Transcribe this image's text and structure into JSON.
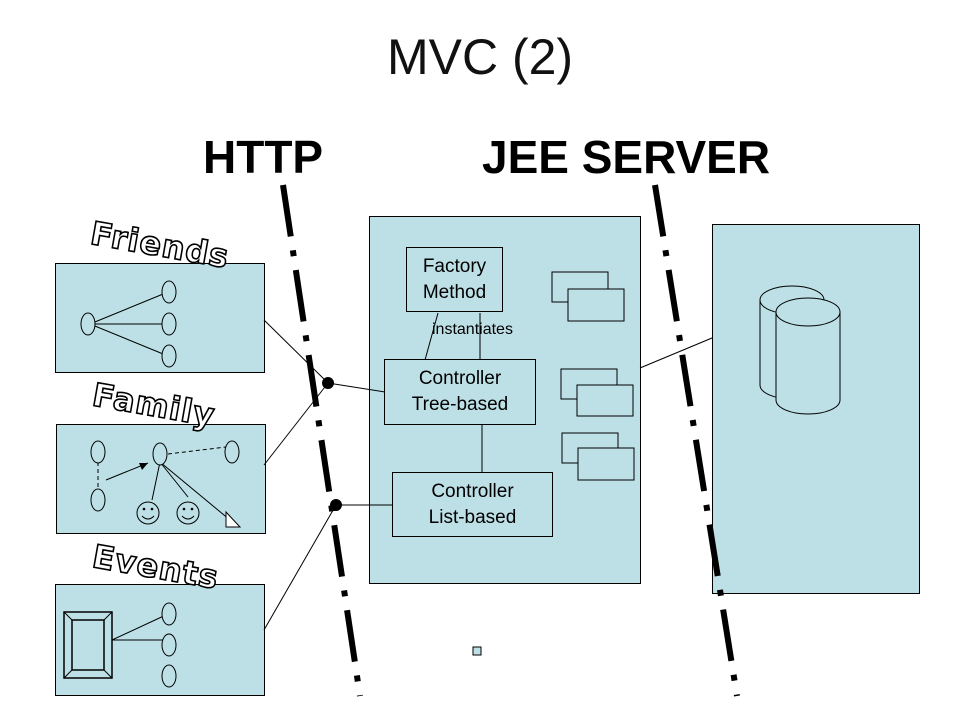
{
  "slide": {
    "title": "MVC (2)",
    "http_heading": "HTTP",
    "server_heading": "JEE SERVER"
  },
  "views": [
    {
      "label": "Friends"
    },
    {
      "label": "Family"
    },
    {
      "label": "Events"
    }
  ],
  "server": {
    "factory_line1": "Factory",
    "factory_line2": "Method",
    "instantiates": "instantiates",
    "tree_line1": "Controller",
    "tree_line2": "Tree-based",
    "list_line1": "Controller",
    "list_line2": "List-based"
  },
  "colors": {
    "panel_fill": "#bde0e6",
    "line": "#000000"
  }
}
